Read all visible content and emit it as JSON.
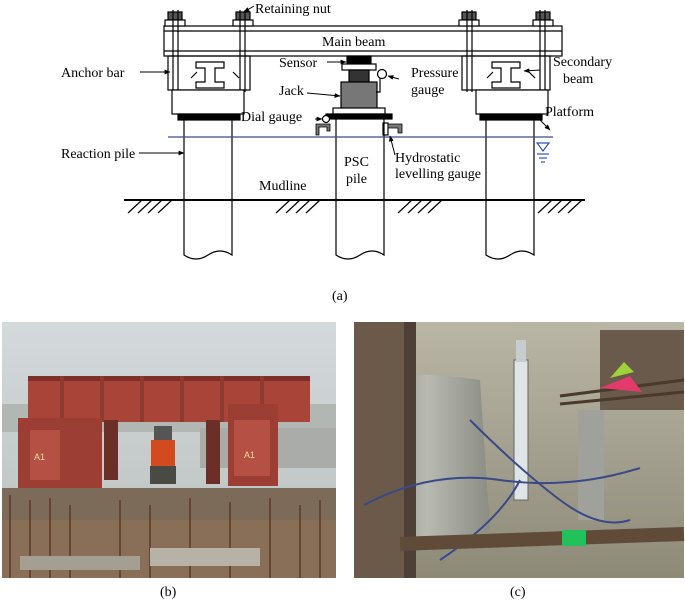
{
  "figure": {
    "labels": {
      "retaining_nut": "Retaining nut",
      "main_beam": "Main beam",
      "anchor_bar": "Anchor bar",
      "sensor": "Sensor",
      "pressure_gauge_1": "Pressure",
      "pressure_gauge_2": "gauge",
      "secondary_beam_1": "Secondary",
      "secondary_beam_2": "beam",
      "jack": "Jack",
      "dial_gauge": "Dial gauge",
      "platform": "Platform",
      "reaction_pile": "Reaction pile",
      "psc_pile_1": "PSC",
      "psc_pile_2": "pile",
      "hydrostatic_1": "Hydrostatic",
      "hydrostatic_2": "levelling gauge",
      "mudline": "Mudline"
    },
    "captions": {
      "a": "(a)",
      "b": "(b)",
      "c": "(c)"
    },
    "photo_b_signs": [
      "A1",
      "A1"
    ],
    "colors": {
      "line": "#000000",
      "water_line": "#3a4a8a",
      "platform_marker": "#3050c0",
      "beam_red": "#a84438",
      "jack_orange": "#d24a1e",
      "sky": "#c9cfd2",
      "pile_grey": "#9fa19a",
      "tape_green": "#22c25a"
    }
  }
}
